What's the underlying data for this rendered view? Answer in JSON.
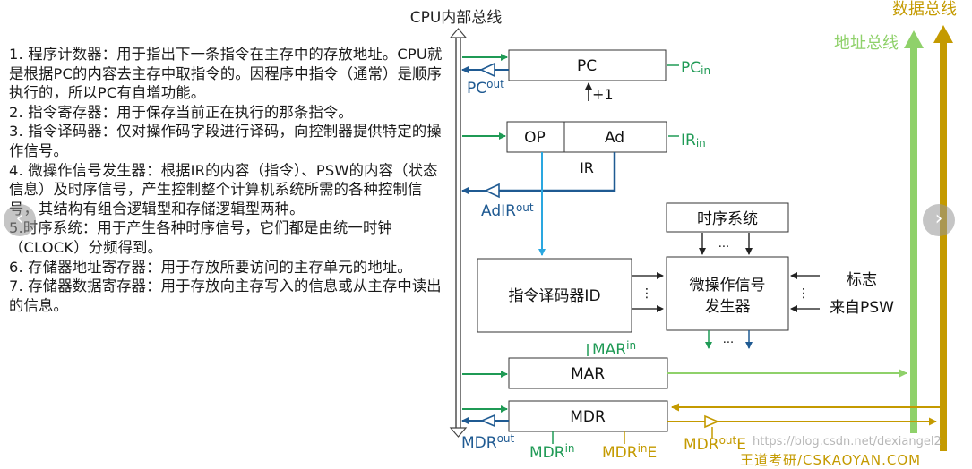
{
  "description_items": [
    "1. 程序计数器：用于指出下一条指令在主存中的存放地址。CPU就是根据PC的内容去主存中取指令的。因程序中指令（通常）是顺序执行的，所以PC有自增功能。",
    "2. 指令寄存器：用于保存当前正在执行的那条指令。",
    "3. 指令译码器：仅对操作码字段进行译码，向控制器提供特定的操作信号。",
    "4. 微操作信号发生器：根据IR的内容（指令）、PSW的内容（状态信息）及时序信号，产生控制整个计算机系统所需的各种控制信号，其结构有组合逻辑型和存储逻辑型两种。",
    "5.时序系统：用于产生各种时序信号，它们都是由统一时钟（CLOCK）分频得到。",
    "6. 存储器地址寄存器：用于存放所要访问的主存单元的地址。",
    "7. 存储器数据寄存器：用于存放向主存写入的信息或从主存中读出的信息。"
  ],
  "buses": {
    "cpu_internal": "CPU内部总线",
    "data": "数据总线",
    "address": "地址总线"
  },
  "blocks": {
    "pc": "PC",
    "ir_op": "OP",
    "ir_ad": "Ad",
    "ir": "IR",
    "timing": "时序系统",
    "decoder": "指令译码器ID",
    "micro_line1": "微操作信号",
    "micro_line2": "发生器",
    "mar": "MAR",
    "mdr": "MDR"
  },
  "signals": {
    "pc_in": {
      "base": "PC",
      "sub": "in"
    },
    "pc_out": {
      "base": "PC",
      "sub": "out"
    },
    "plus_one": "+1",
    "ir_in": {
      "base": "IR",
      "sub": "in"
    },
    "adir_out": {
      "base": "AdIR",
      "sub": "out"
    },
    "mar_in": {
      "base": "MAR",
      "sub": "in"
    },
    "mdr_in": {
      "base": "MDR",
      "sub": "in"
    },
    "mdr_out": {
      "base": "MDR",
      "sub": "out"
    },
    "mdr_in_e": {
      "base": "MDR",
      "sub": "in",
      "suffix": "E"
    },
    "mdr_out_e": {
      "base": "MDR",
      "sub": "out",
      "suffix": "E"
    },
    "flags": "标志",
    "from_psw": "来自PSW",
    "dots_v": "⋮",
    "dots_h": "..."
  },
  "nav": {
    "prev": "‹",
    "next": "›"
  },
  "watermark": "https://blog.csdn.net/dexiangel2",
  "footer_brand": "王道考研/CSKAOYAN.COM",
  "colors": {
    "green": "#1f9a55",
    "blue": "#1f5a92",
    "cyan": "#2aa7e0",
    "address_bus": "#8fd16a",
    "data_bus": "#c49a00",
    "light_green_line": "#8fd16a"
  }
}
